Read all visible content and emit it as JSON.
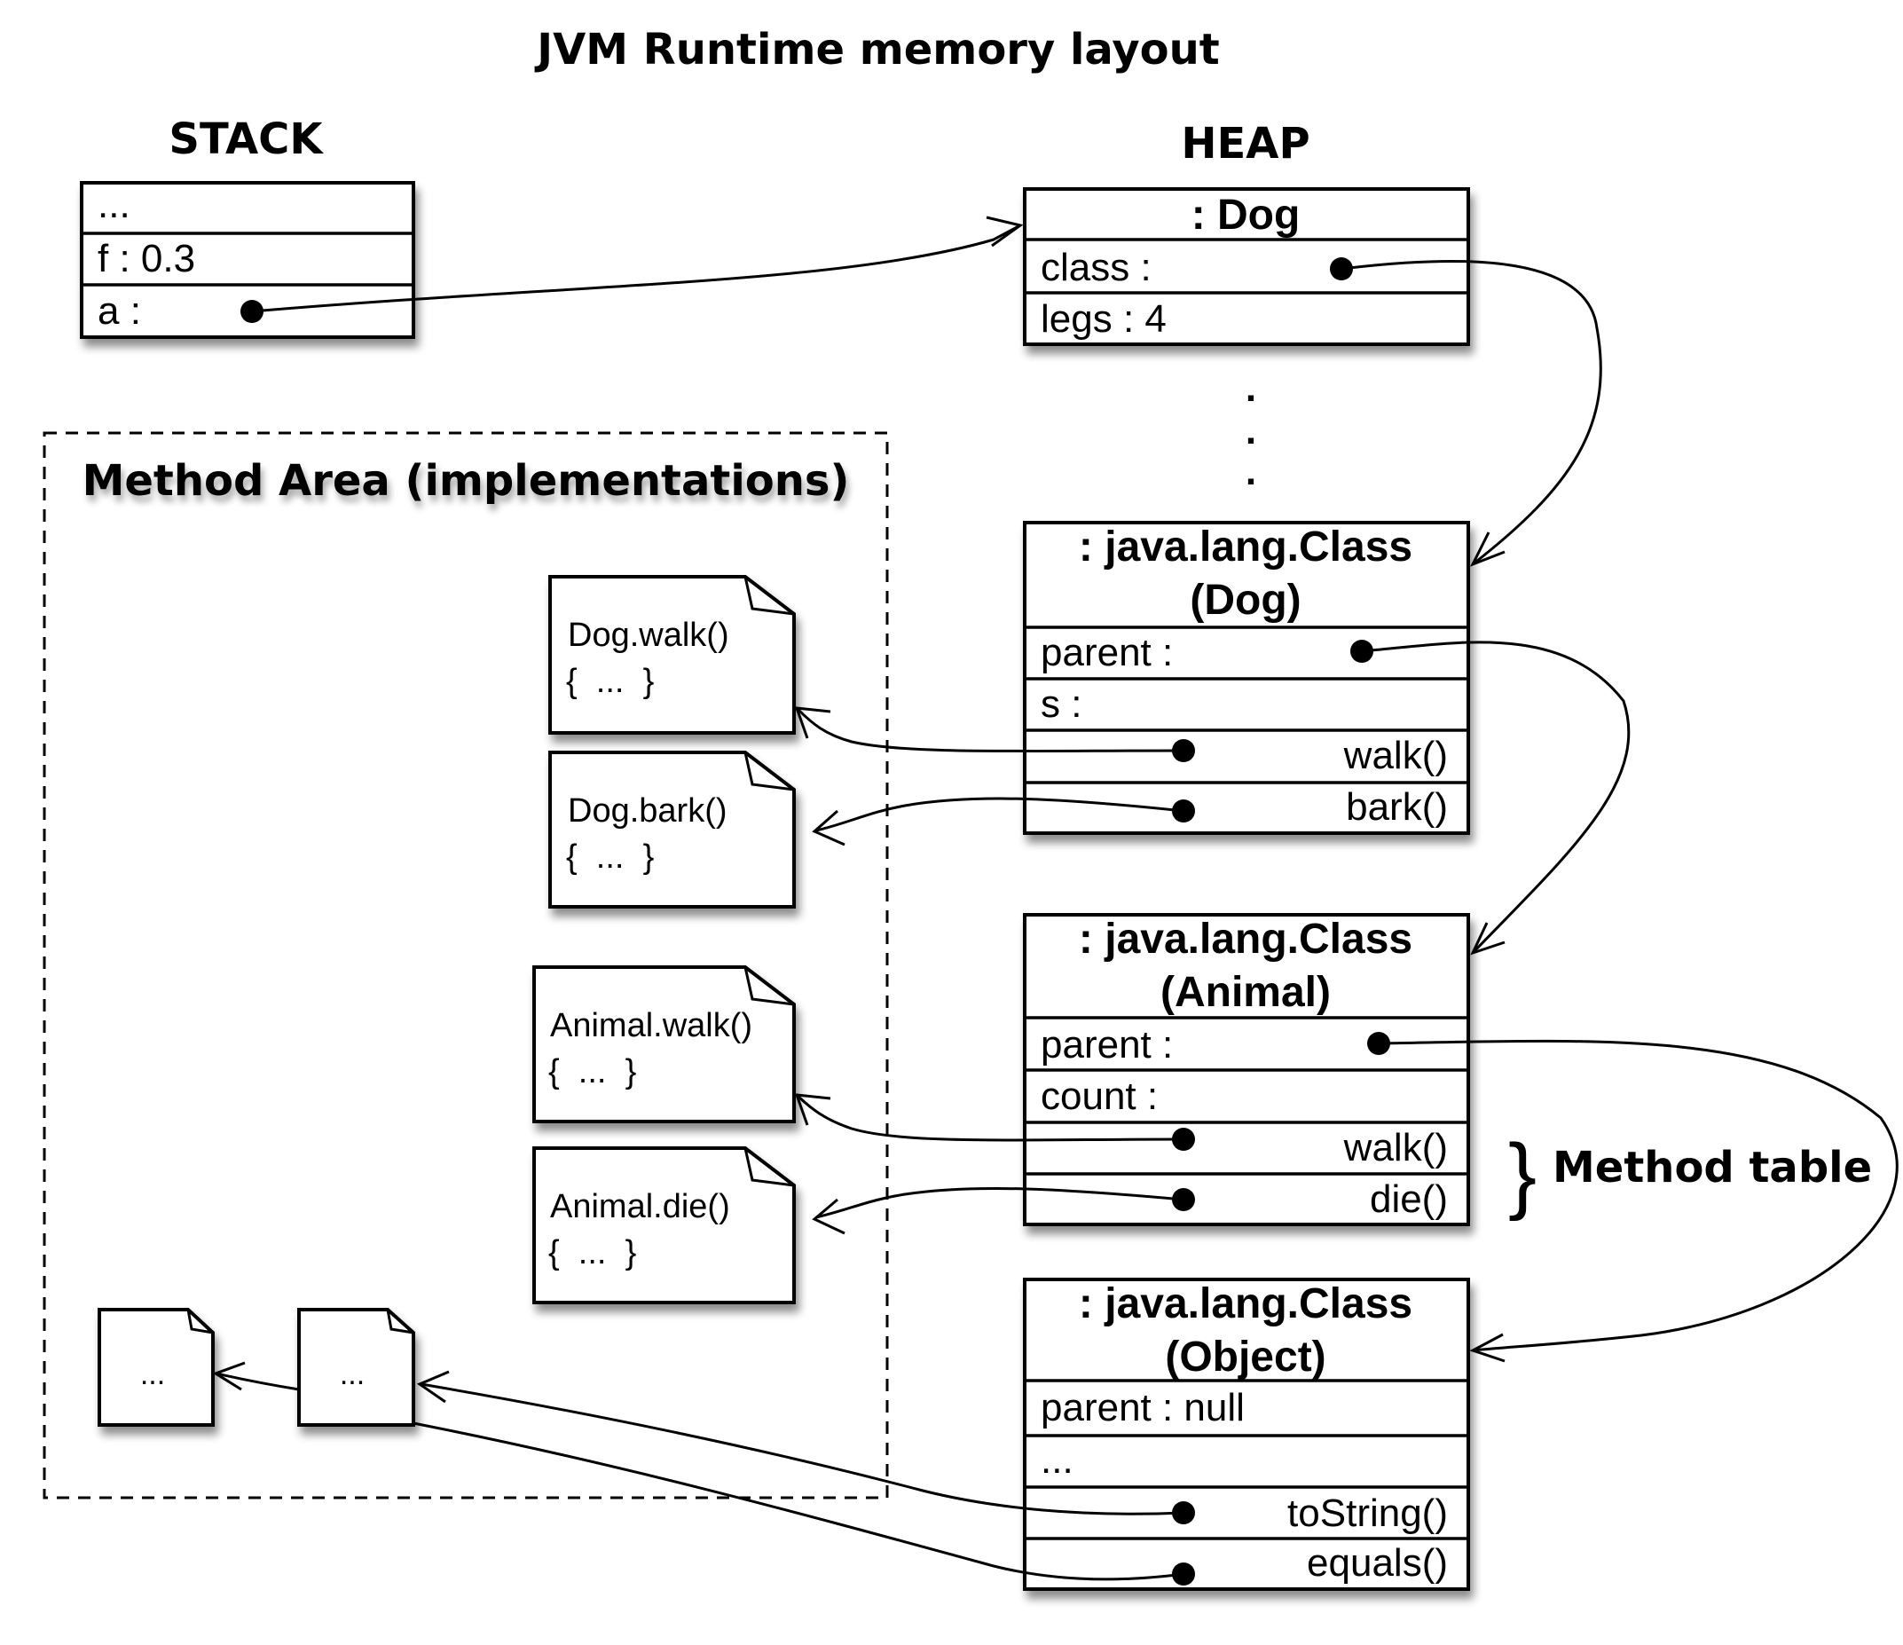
{
  "title": "JVM Runtime memory layout",
  "stack": {
    "header": "STACK",
    "rows": [
      "...",
      "f : 0.3",
      "a :"
    ]
  },
  "heap": {
    "header": "HEAP",
    "dog_object": {
      "header": ": Dog",
      "rows": [
        "class :",
        "legs :  4"
      ]
    },
    "ellipsis": ".",
    "dog_class": {
      "header_line1": ": java.lang.Class",
      "header_line2": "(Dog)",
      "rows": [
        "parent :",
        "s :",
        "walk()",
        "bark()"
      ]
    },
    "animal_class": {
      "header_line1": ": java.lang.Class",
      "header_line2": "(Animal)",
      "rows": [
        "parent :",
        "count :",
        "walk()",
        "die()"
      ]
    },
    "object_class": {
      "header_line1": ": java.lang.Class",
      "header_line2": "(Object)",
      "rows": [
        "parent : null",
        "...",
        "toString()",
        "equals()"
      ]
    }
  },
  "method_area": {
    "label": "Method Area (implementations)",
    "notes": [
      {
        "name": "Dog.walk()",
        "body": "{  ...  }"
      },
      {
        "name": "Dog.bark()",
        "body": "{  ...  }"
      },
      {
        "name": "Animal.walk()",
        "body": "{  ...  }"
      },
      {
        "name": "Animal.die()",
        "body": "{  ...  }"
      },
      {
        "name": "...",
        "body": ""
      },
      {
        "name": "...",
        "body": ""
      }
    ]
  },
  "brace": "}",
  "method_table_label": "Method table"
}
